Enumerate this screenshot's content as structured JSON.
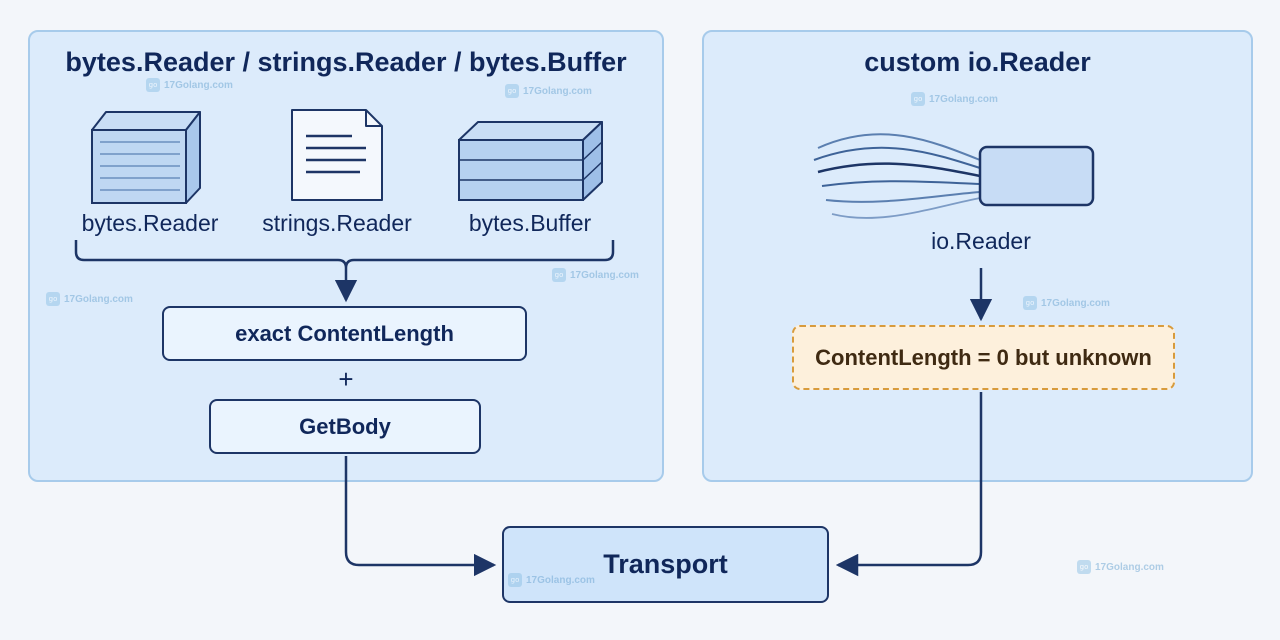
{
  "left_panel": {
    "title": "bytes.Reader / strings.Reader / bytes.Buffer",
    "items": [
      {
        "label": "bytes.Reader",
        "icon": "stacked-pages-icon"
      },
      {
        "label": "strings.Reader",
        "icon": "text-document-icon"
      },
      {
        "label": "bytes.Buffer",
        "icon": "buffer-block-icon"
      }
    ],
    "exact_box": "exact ContentLength",
    "plus": "+",
    "getbody_box": "GetBody"
  },
  "right_panel": {
    "title": "custom io.Reader",
    "reader_label": "io.Reader",
    "reader_icon": "stream-reader-icon",
    "warning_box": "ContentLength = 0 but unknown"
  },
  "transport": "Transport",
  "watermark": "17Golang.com",
  "colors": {
    "panel_fill": "#dcebfb",
    "panel_border": "#a7cbeb",
    "ink": "#10275a",
    "warning_fill": "#fdf0dc",
    "warning_border": "#d89b3c",
    "transport_fill": "#cfe4fa"
  }
}
